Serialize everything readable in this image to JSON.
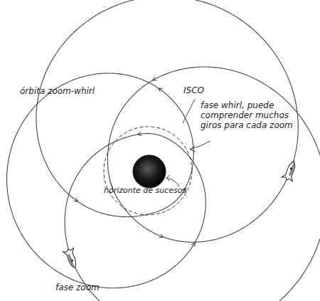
{
  "diagram": {
    "labels": [
      "órbita zoom-whirl",
      "ISCO",
      "fase whirl, puede comprender muchos giros para cada zoom",
      "horizonte de sucesos",
      "fase zoom"
    ]
  }
}
